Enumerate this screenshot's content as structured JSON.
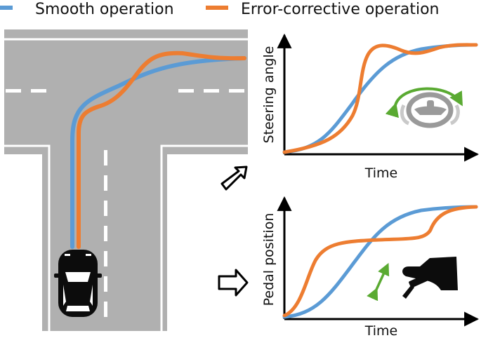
{
  "legend": {
    "smooth": {
      "label": "Smooth operation",
      "color": "#5b9bd5"
    },
    "corrective": {
      "label": "Error-corrective operation",
      "color": "#ed7d31"
    }
  },
  "steering_plot": {
    "xlabel": "Time",
    "ylabel": "Steering angle",
    "icon": "steering-wheel-icon"
  },
  "pedal_plot": {
    "xlabel": "Time",
    "ylabel": "Pedal position",
    "icon": "foot-pedal-icon"
  },
  "road": {
    "icon": "car-icon"
  },
  "colors": {
    "road": "#b0b0b0",
    "marking": "#ffffff",
    "turn_arrow": "#5aaa32"
  }
}
